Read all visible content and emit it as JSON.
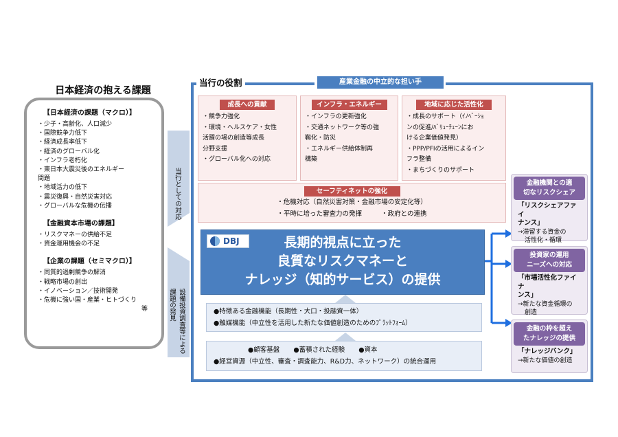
{
  "left": {
    "title": "日本経済の抱える課題",
    "sections": [
      {
        "head": "【日本経済の課題（マクロ）】",
        "items": [
          "・少子・高齢化、人口減少",
          "・国際競争力低下",
          "・経済成長率低下",
          "・経済のグローバル化",
          "・インフラ老朽化",
          "・東日本大震災後のエネルギー",
          "問題",
          "・地域活力の低下",
          "・震災復興・自然災害対応",
          "・グローバルな危機の伝播"
        ]
      },
      {
        "head": "【金融資本市場の課題】",
        "items": [
          "・リスクマネーの供給不足",
          "・資金運用機会の不足"
        ]
      },
      {
        "head": "【企業の課題（セミマクロ）】",
        "items": [
          "・同質的過剰競争の解消",
          "・戦略市場の創出",
          "・イノベーション／技術開発",
          "・危機に強い国・産業・ヒトづくり"
        ]
      }
    ],
    "etc": "等"
  },
  "arrows": {
    "upper": "当行としての対応",
    "lower_a": "設備投資調査等による",
    "lower_b": "課題の発見"
  },
  "main": {
    "title": "当行の役割",
    "badge": "産業金融の中立的な担い手",
    "boxes": [
      {
        "head": "成長への貢献",
        "items": [
          "・競争力強化",
          "・環境・ヘルスケア・女性",
          "活躍の場の創造等成長",
          "分野支援",
          "・グローバル化への対応"
        ]
      },
      {
        "head": "インフラ・エネルギー",
        "items": [
          "・インフラの更新強化",
          "・交通ネットワーク等の強",
          "靱化・防災",
          "・エネルギー供給体制再",
          "構築"
        ]
      },
      {
        "head": "地域に応じた活性化",
        "items": [
          "・成長のサポート（ｲﾉﾍﾞｰｼｮ",
          "ンの促進/ﾊﾞﾘｭｰﾁｪｰﾝにお",
          "ける企業価値発見）",
          "・PPP/PFIの活用によるイン",
          "フラ整備",
          "・まちづくりのサポート"
        ]
      }
    ],
    "safety": {
      "head": "セーフティネットの強化",
      "line1": "・危機対応（自然災害対策・金融市場の安定化等）",
      "line2a": "・平時に培った審査力の発揮",
      "line2b": "・政府との連携"
    },
    "dbj": {
      "logo": "DBJ",
      "lines": [
        "長期的視点に立った",
        "良質なリスクマネーと",
        "ナレッジ（知的サービス）の提供"
      ]
    },
    "functions": [
      "●特徴ある金融機能（長期性・大口・投融資一体）",
      "●触媒機能（中立性を活用した新たな価値創造のためのﾌﾟﾗｯﾄﾌｫｰﾑ）"
    ],
    "base": {
      "line1": [
        "●顧客基盤",
        "●蓄積された経験",
        "●資本"
      ],
      "line2": "●経営資源（中立性、審査・調査能力、R&D力、ネットワーク）の統合運用"
    }
  },
  "right": [
    {
      "head": [
        "金融機関との適",
        "切なリスクシェア"
      ],
      "emph": [
        "「リスクシェアファイ",
        "ナンス」"
      ],
      "sub": [
        "→滞留する資金の",
        "活性化・循環"
      ]
    },
    {
      "head": [
        "投資家の運用",
        "ニーズへの対応"
      ],
      "emph": [
        "「市場活性化ファイナ",
        "ンス」"
      ],
      "sub": [
        "→新たな資金循環の",
        "創造"
      ]
    },
    {
      "head": [
        "金融の枠を超え",
        "たナレッジの提供"
      ],
      "emph": [
        "「ナレッジバンク」"
      ],
      "sub": [
        "→新たな価値の創造"
      ]
    }
  ],
  "colors": {
    "frame": "#4a7fc0",
    "pink": "#c0504d",
    "purple": "#8064a2"
  }
}
